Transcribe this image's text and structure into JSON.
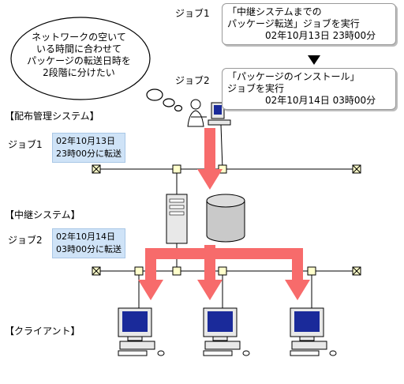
{
  "thought_bubble": {
    "lines": [
      "ネットワークの空いて",
      "いる時間に合わせて",
      "パッケージの転送日時を",
      "2段階に分けたい"
    ]
  },
  "top_jobs": {
    "job1": {
      "label": "ジョブ1",
      "lines": [
        "「中継システムまでの",
        "パッケージ転送」ジョブを実行",
        "02年10月13日 23時00分"
      ]
    },
    "job2": {
      "label": "ジョブ2",
      "lines": [
        "「パッケージのインストール」",
        "ジョブを実行",
        "02年10月14日 03時00分"
      ]
    }
  },
  "sections": {
    "distribution": "【配布管理システム】",
    "relay": "【中継システム】",
    "client": "【クライアント】"
  },
  "transfers": {
    "job1": {
      "label": "ジョブ1",
      "lines": [
        "02年10月13日",
        "23時00分に転送"
      ]
    },
    "job2": {
      "label": "ジョブ2",
      "lines": [
        "02年10月14日",
        "03時00分に転送"
      ]
    }
  },
  "colors": {
    "arrow": "#f76b6b",
    "network_node": "#ffffcc",
    "highlight_box": "#cfe3f7",
    "screen": "#1a2a9a"
  }
}
